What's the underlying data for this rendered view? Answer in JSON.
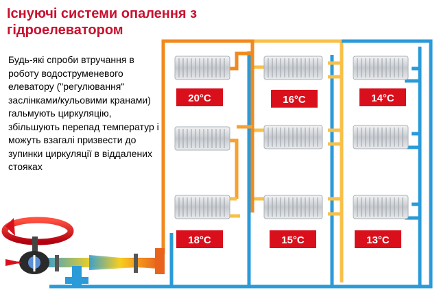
{
  "title": "Існуючі системи опалення з гідроелеватором",
  "description": "Будь-які спроби втручання в роботу водоструменевого елеватору (\"регулювання\" заслінками/кульовими кранами) гальмують циркуляцію, збільшують перепад температур і можуть взагалі призвести до зупинки циркуляції в віддалених стояках",
  "risers": [
    {
      "top_temp": "20°C",
      "bottom_temp": "18°C",
      "pipe_color": "#f08a1e"
    },
    {
      "top_temp": "16°C",
      "bottom_temp": "15°C",
      "pipe_color": "#f8c04a"
    },
    {
      "top_temp": "14°C",
      "bottom_temp": "13°C",
      "pipe_color": "#2a9ad8"
    }
  ],
  "colors": {
    "title": "#c8102e",
    "badge": "#d9101c",
    "hot_pipe": "#e8641e",
    "cold_pipe": "#2a9ad8",
    "radiator": "#c9cdd2"
  }
}
